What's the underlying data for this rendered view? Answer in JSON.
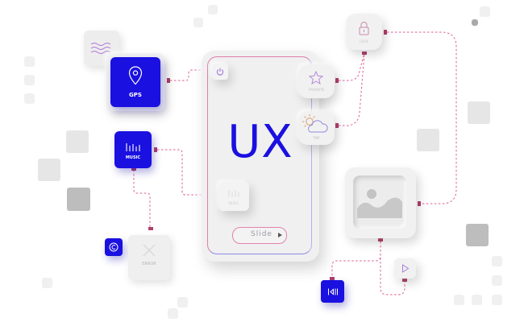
{
  "center": {
    "title": "UX",
    "slide_label": "Slide"
  },
  "gps": {
    "label": "GPS"
  },
  "music": {
    "label": "MUSIC"
  },
  "music_small": {
    "label": "MUSIC"
  },
  "lock": {
    "label": "LOCK"
  },
  "favorite": {
    "label": "FAVORITE"
  },
  "weather": {
    "label": "TMP"
  },
  "error": {
    "label": "ERROR"
  },
  "colors": {
    "accent": "#1a10e0",
    "connector": "#e05d96",
    "tile": "#f1f1f1",
    "outline": "#e27ca8"
  },
  "icons": [
    "waves-icon",
    "location-pin-icon",
    "equalizer-icon",
    "power-icon",
    "lock-icon",
    "star-icon",
    "weather-icon",
    "image-icon",
    "play-icon",
    "copyright-icon",
    "error-icon",
    "skip-icon"
  ]
}
